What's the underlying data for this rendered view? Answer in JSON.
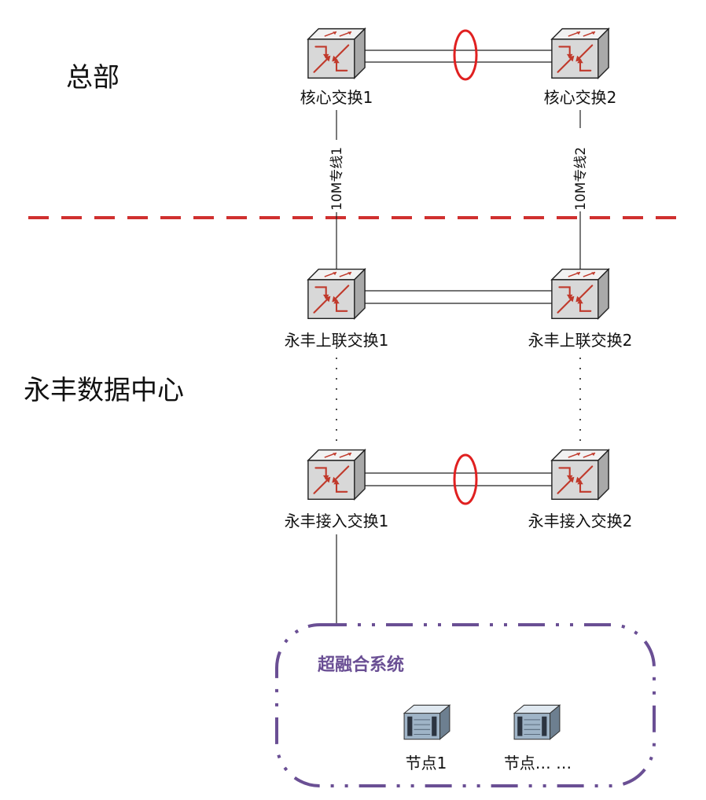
{
  "regions": {
    "headquarters": "总部",
    "datacenter": "永丰数据中心"
  },
  "nodes": {
    "core1": "核心交换1",
    "core2": "核心交换2",
    "uplink1": "永丰上联交换1",
    "uplink2": "永丰上联交换2",
    "access1": "永丰接入交换1",
    "access2": "永丰接入交换2"
  },
  "links": {
    "leased1": "10M专线1",
    "leased2": "10M专线2"
  },
  "cluster": {
    "title": "超融合系统",
    "node1": "节点1",
    "node_more": "节点… …"
  },
  "colors": {
    "divider": "#d0302f",
    "ring": "#e02020",
    "cluster": "#6a4f94",
    "switch_face": "#d8d8d8",
    "switch_arrow": "#c0392b"
  },
  "icons": {
    "switch": "switch-icon",
    "server": "server-icon"
  }
}
